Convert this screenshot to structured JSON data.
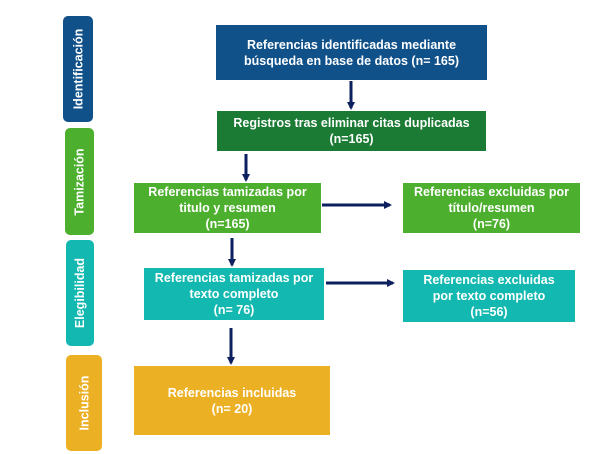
{
  "colors": {
    "identification": "#10518a",
    "registros": "#1b7a33",
    "screening": "#4caf2e",
    "eligibility": "#13b8b0",
    "inclusion": "#ecb024",
    "arrow": "#0c1f5e"
  },
  "phases": [
    {
      "label": "Identificación"
    },
    {
      "label": "Tamización"
    },
    {
      "label": "Elegibilidad"
    },
    {
      "label": "Inclusión"
    }
  ],
  "boxes": {
    "identified": {
      "lines": [
        "Referencias identificadas mediante",
        "búsqueda en base de datos (n= 165)"
      ]
    },
    "deduplicated": {
      "lines": [
        "Registros tras eliminar citas duplicadas",
        "(n=165)"
      ]
    },
    "screened_title": {
      "lines": [
        "Referencias tamizadas por",
        "titulo y resumen",
        "(n=165)"
      ]
    },
    "excluded_title": {
      "lines": [
        "Referencias excluidas por",
        "título/resumen",
        "(n=76)"
      ]
    },
    "screened_fulltext": {
      "lines": [
        "Referencias tamizadas por",
        "texto completo",
        "(n= 76)"
      ]
    },
    "excluded_fulltext": {
      "lines": [
        "Referencias excluidas",
        "por texto completo",
        "(n=56)"
      ]
    },
    "included": {
      "lines": [
        "Referencias incluidas",
        "(n= 20)"
      ]
    }
  }
}
